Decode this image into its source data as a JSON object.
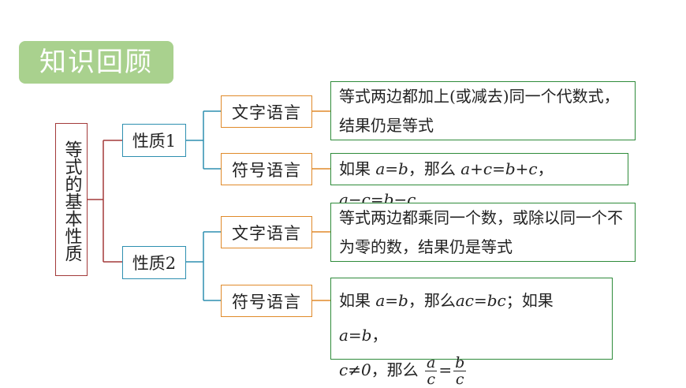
{
  "header": {
    "title": "知识回顾"
  },
  "root": {
    "label": "等式的基本性质"
  },
  "property1": {
    "label": "性质1",
    "text_lang_label": "文字语言",
    "text_lang_content": "等式两边都加上(或减去)同一个代数式，结果仍是等式",
    "symbol_lang_label": "符号语言",
    "symbol": {
      "prefix": "如果 ",
      "cond": "a=b",
      "mid": "，那么 ",
      "res1": "a+c=b+c",
      "sep": "，",
      "res2": "a−c=b−c"
    }
  },
  "property2": {
    "label": "性质2",
    "text_lang_label": "文字语言",
    "text_lang_content": "等式两边都乘同一个数，或除以同一个不为零的数，结果仍是等式",
    "symbol_lang_label": "符号语言",
    "symbol": {
      "prefix": "如果 ",
      "cond": "a=b",
      "mid": "，那么",
      "res1": "ac=bc",
      "semi": "；如果 ",
      "cond2": "a=b",
      "comma": "，",
      "cond3": "c≠0",
      "then": "，那么 ",
      "frac_l_num": "a",
      "frac_l_den": "c",
      "eq": "=",
      "frac_r_num": "b",
      "frac_r_den": "c"
    }
  },
  "colors": {
    "header_bg": "#a9d18e",
    "root_border": "#a33a3a",
    "property_border": "#2e8fb0",
    "lang_border": "#e08a2a",
    "content_border": "#2e8b3a"
  }
}
